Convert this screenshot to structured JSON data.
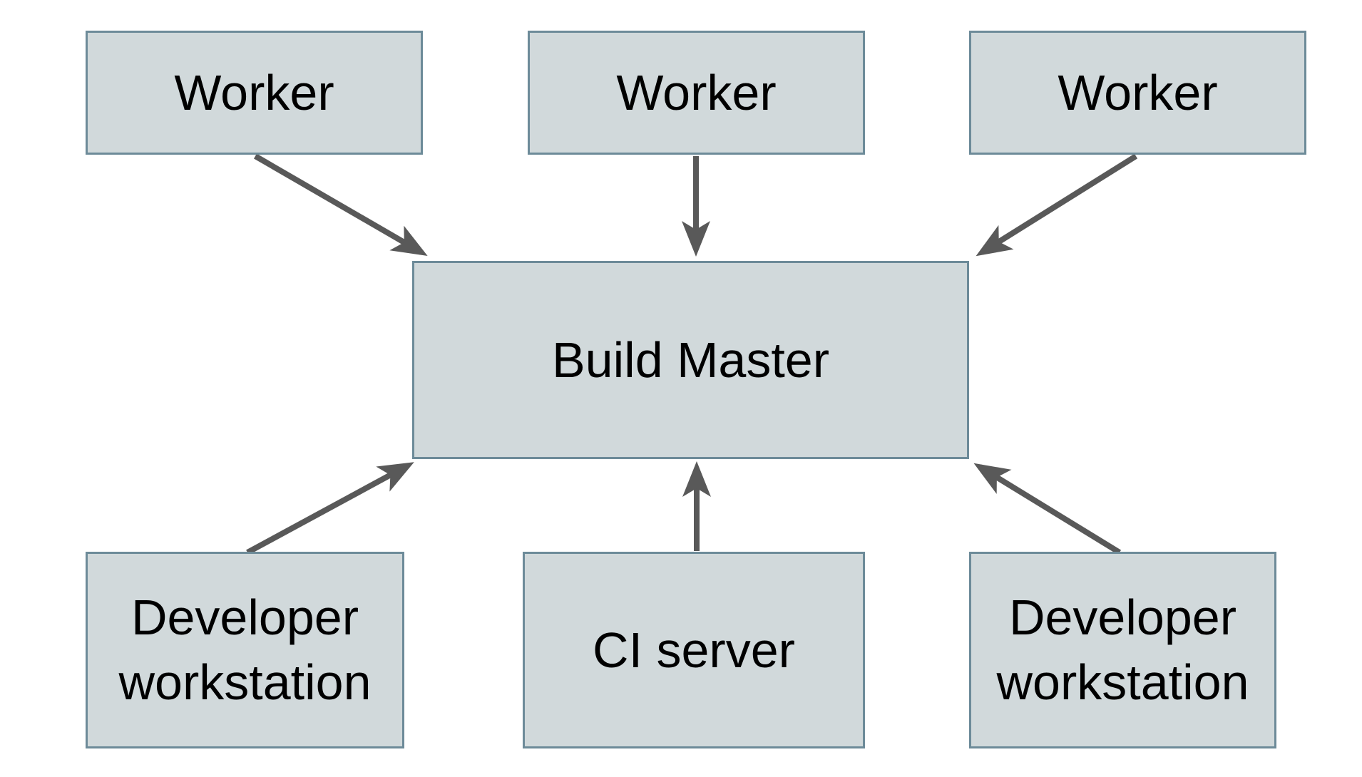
{
  "diagram": {
    "description": "build-system-architecture-diagram"
  },
  "colors": {
    "background": "#ffffff",
    "node_fill": "#d1d9db",
    "node_border": "#6d8b99",
    "arrow": "#595959",
    "text": "#000000"
  },
  "nodes": [
    {
      "id": "worker-1",
      "label": "Worker"
    },
    {
      "id": "worker-2",
      "label": "Worker"
    },
    {
      "id": "worker-3",
      "label": "Worker"
    },
    {
      "id": "build-master",
      "label": "Build Master"
    },
    {
      "id": "dev-workstation-1",
      "label": "Developer workstation"
    },
    {
      "id": "ci-server",
      "label": "CI server"
    },
    {
      "id": "dev-workstation-2",
      "label": "Developer workstation"
    }
  ],
  "edges": [
    {
      "from": "worker-1",
      "to": "build-master"
    },
    {
      "from": "worker-2",
      "to": "build-master"
    },
    {
      "from": "worker-3",
      "to": "build-master"
    },
    {
      "from": "dev-workstation-1",
      "to": "build-master"
    },
    {
      "from": "ci-server",
      "to": "build-master"
    },
    {
      "from": "dev-workstation-2",
      "to": "build-master"
    }
  ]
}
